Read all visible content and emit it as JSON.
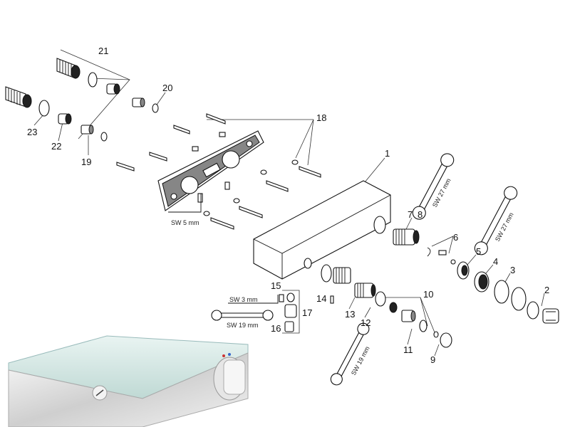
{
  "callouts": {
    "p1": "1",
    "p2": "2",
    "p3": "3",
    "p4": "4",
    "p5": "5",
    "p6": "6",
    "p7": "7",
    "p8": "8",
    "p9": "9",
    "p10": "10",
    "p11": "11",
    "p12": "12",
    "p13": "13",
    "p14": "14",
    "p15": "15",
    "p16": "16",
    "p17": "17",
    "p18": "18",
    "p19": "19",
    "p20": "20",
    "p21": "21",
    "p22": "22",
    "p23": "23"
  },
  "tools": {
    "sw5": "SW 5 mm",
    "sw3": "SW 3 mm",
    "sw19_left": "SW 19 mm",
    "sw19_bottom": "SW 19 mm",
    "sw27_top": "SW 27 mm",
    "sw27_right": "SW 27 mm"
  }
}
